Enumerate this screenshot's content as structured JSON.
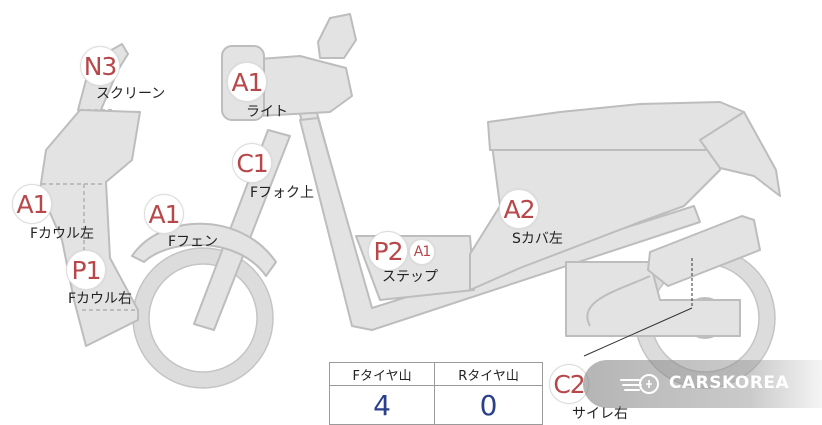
{
  "parts": [
    {
      "key": "screen",
      "code": "N3",
      "name": "スクリーン"
    },
    {
      "key": "light",
      "code": "A1",
      "name": "ライト"
    },
    {
      "key": "fork_upper",
      "code": "C1",
      "name": "Fフォク上"
    },
    {
      "key": "cowl_left",
      "code": "A1",
      "name": "Fカウル左"
    },
    {
      "key": "front_fender",
      "code": "A1",
      "name": "Fフェン"
    },
    {
      "key": "cowl_right",
      "code": "P1",
      "name": "Fカウル右"
    },
    {
      "key": "step",
      "code": "P2",
      "secondary_code": "A1",
      "name": "ステップ"
    },
    {
      "key": "s_cover_left",
      "code": "A2",
      "name": "Sカバ左"
    },
    {
      "key": "muffler_right",
      "code": "C2",
      "name": "サイレ右"
    }
  ],
  "tire_table": {
    "headers": [
      "Fタイヤ山",
      "Rタイヤ山"
    ],
    "values": [
      "4",
      "0"
    ]
  },
  "watermark": {
    "text": "CARSKOREA",
    "icon": "carskorea-logo-icon"
  },
  "colors": {
    "marker_text": "#b8474a",
    "value_text": "#2b3f8c",
    "part_fill": "#e3e3e3"
  }
}
